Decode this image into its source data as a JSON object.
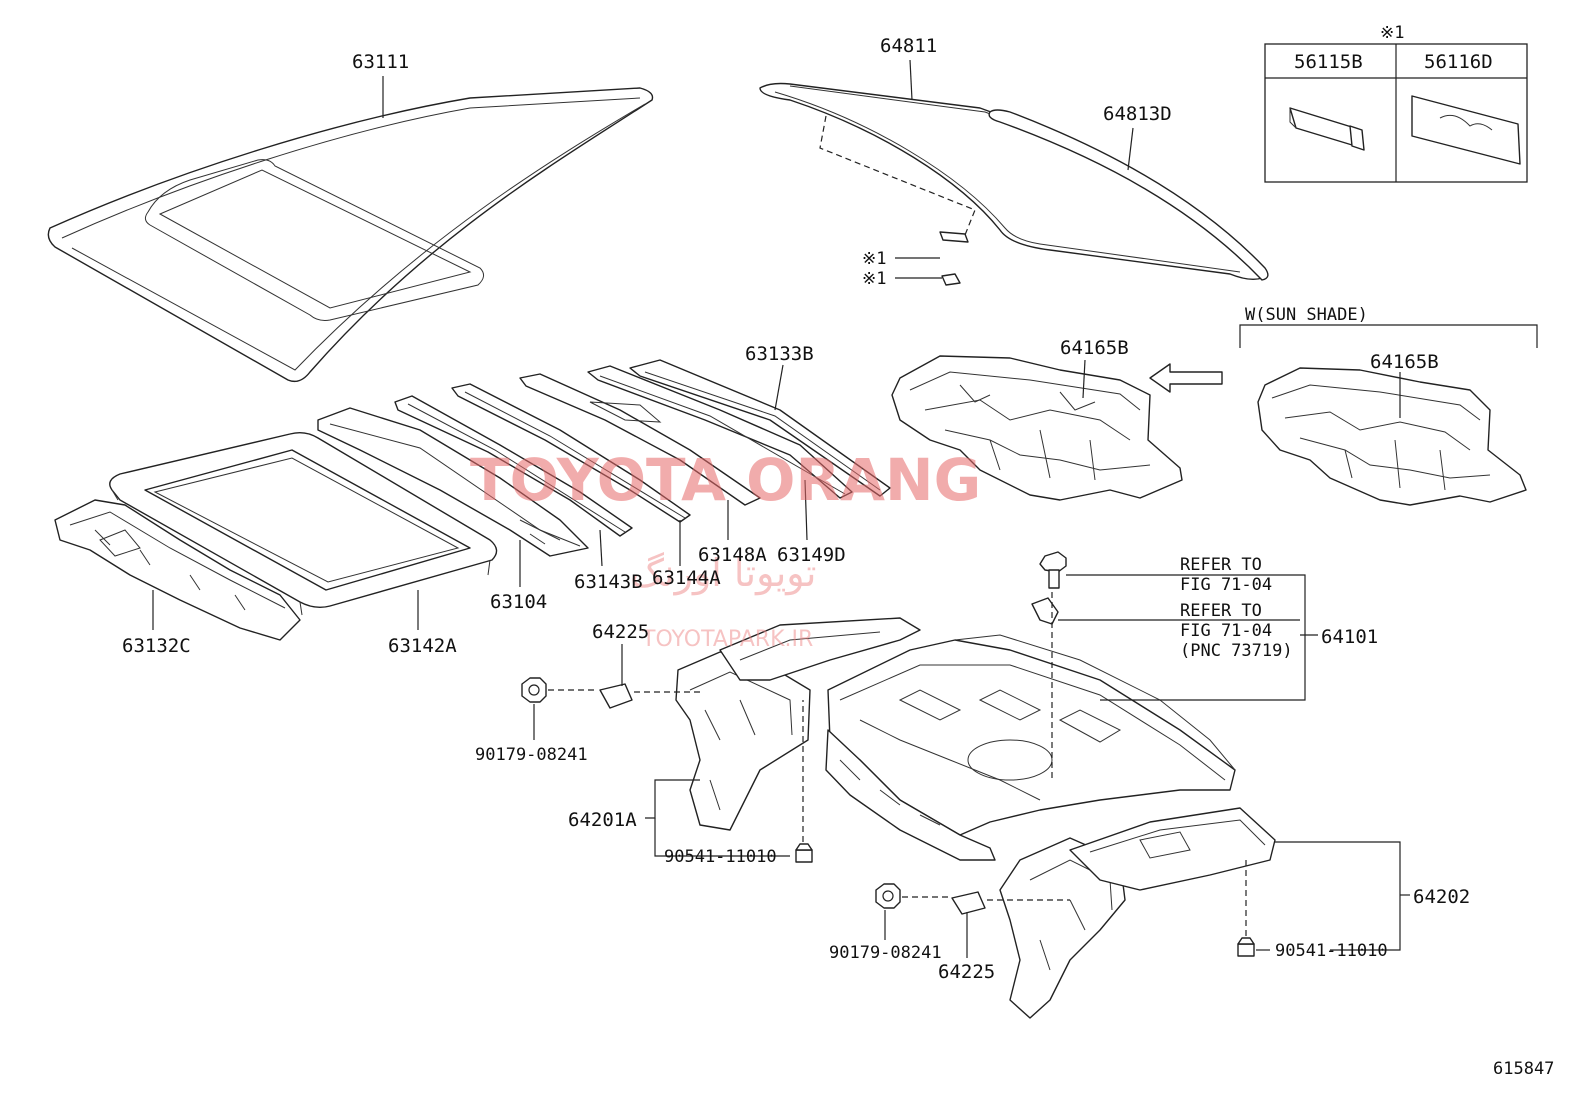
{
  "labels": {
    "p63111": "63111",
    "p64811": "64811",
    "p64813D": "64813D",
    "mark1": "※1",
    "mark1a": "※1",
    "mark1b": "※1",
    "p56115B": "56115B",
    "p56116D": "56116D",
    "sunshade": "W(SUN SHADE)",
    "p64165B_a": "64165B",
    "p64165B_b": "64165B",
    "p63133B": "63133B",
    "p63132C": "63132C",
    "p63142A": "63142A",
    "p63104": "63104",
    "p63143B": "63143B",
    "p63144A": "63144A",
    "p63148A": "63148A",
    "p63149D": "63149D",
    "p64225_a": "64225",
    "p64225_b": "64225",
    "p90179_a": "90179-08241",
    "p90179_b": "90179-08241",
    "p64201A": "64201A",
    "p90541_a": "90541-11010",
    "p90541_b": "90541-11010",
    "p64101": "64101",
    "p64202": "64202",
    "refer1_l1": "REFER TO",
    "refer1_l2": "FIG 71-04",
    "refer2_l1": "REFER TO",
    "refer2_l2": "FIG 71-04",
    "refer2_l3": "(PNC 73719)",
    "diagram_id": "615847"
  },
  "watermark": {
    "main": "TOYOTA ORANG",
    "arabic": "تویوتا اورنگ",
    "site": "TOYOTAPARK.IR"
  },
  "colors": {
    "line": "#222222",
    "watermark": "#e76a6a"
  }
}
